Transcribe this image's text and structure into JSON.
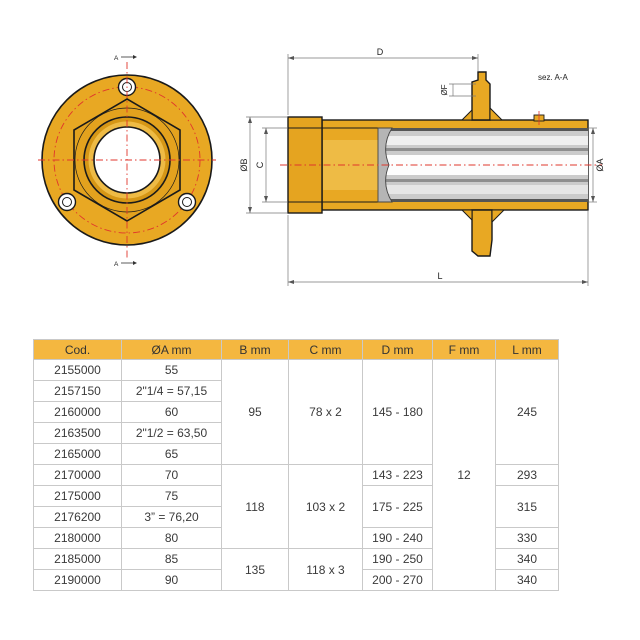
{
  "drawing": {
    "section_title": "sez. A-A",
    "section_marker": "A",
    "dims": {
      "d": "D",
      "f": "ØF",
      "b": "ØB",
      "c": "C",
      "a": "ØA",
      "l": "L"
    }
  },
  "table": {
    "headers": {
      "cod": "Cod.",
      "a": "ØA mm",
      "b": "B mm",
      "c": "C mm",
      "d": "D mm",
      "f": "F mm",
      "l": "L mm"
    },
    "rows": [
      {
        "cod": "2155000",
        "a": "55"
      },
      {
        "cod": "2157150",
        "a": "2\"1/4 = 57,15"
      },
      {
        "cod": "2160000",
        "a": "60"
      },
      {
        "cod": "2163500",
        "a": "2\"1/2 = 63,50"
      },
      {
        "cod": "2165000",
        "a": "65"
      },
      {
        "cod": "2170000",
        "a": "70"
      },
      {
        "cod": "2175000",
        "a": "75"
      },
      {
        "cod": "2176200",
        "a": "3” = 76,20"
      },
      {
        "cod": "2180000",
        "a": "80"
      },
      {
        "cod": "2185000",
        "a": "85"
      },
      {
        "cod": "2190000",
        "a": "90"
      }
    ],
    "b_values": [
      "95",
      "118",
      "135"
    ],
    "c_values": [
      "78 x 2",
      "103 x 2",
      "118 x 3"
    ],
    "d_values": [
      "145 - 180",
      "143 - 223",
      "175 - 225",
      "190 - 240",
      "190 - 250",
      "200 - 270"
    ],
    "f_value": "12",
    "l_values": [
      "245",
      "293",
      "315",
      "330",
      "340",
      "340"
    ]
  },
  "colors": {
    "brass": "#E8A823",
    "table_header": "#F4B740",
    "centerline": "#E0362C",
    "insert_grey": "#CBCBCB"
  }
}
